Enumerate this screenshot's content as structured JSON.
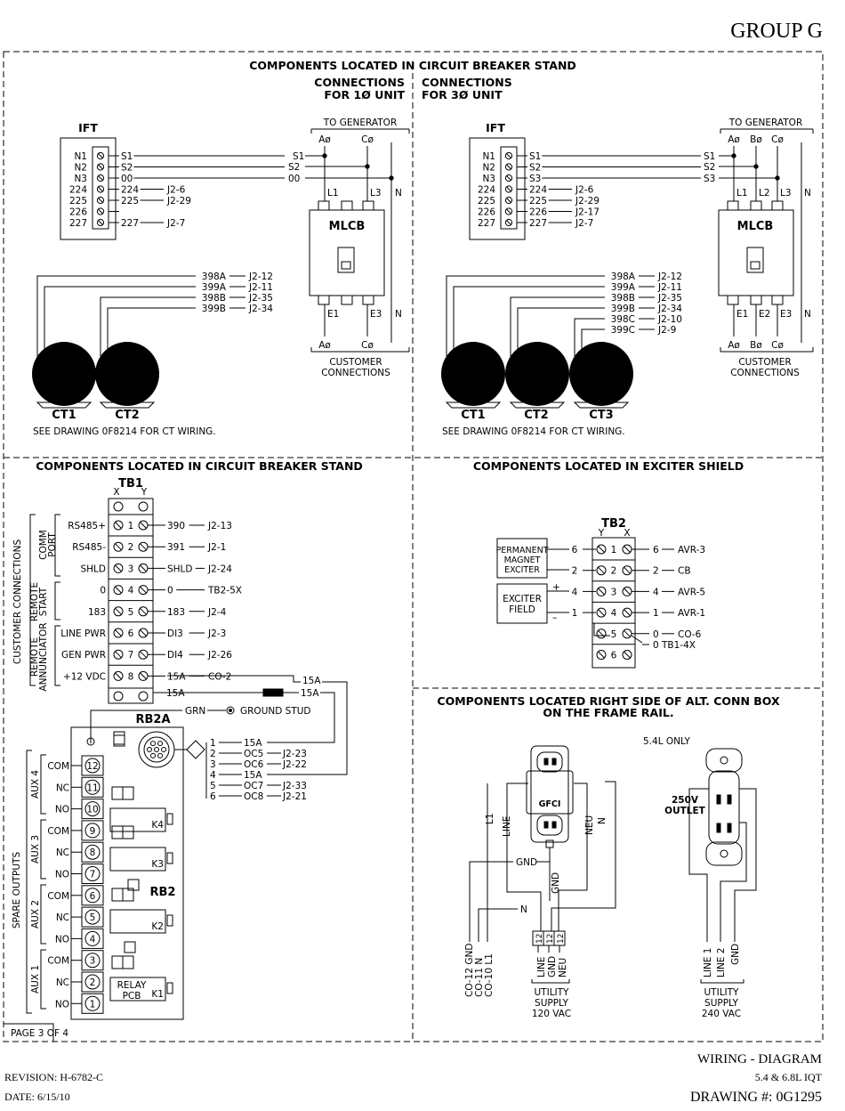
{
  "header": {
    "group": "GROUP G"
  },
  "footer": {
    "revision": "REVISION: H-6782-C",
    "date": "DATE: 6/15/10",
    "title": "WIRING - DIAGRAM",
    "model": "5.4 & 6.8L IQT",
    "drawing": "DRAWING #: 0G1295",
    "page": "PAGE 3 OF 4"
  },
  "top": {
    "heading": "COMPONENTS LOCATED IN CIRCUIT BREAKER STAND",
    "conn1_a": "CONNECTIONS",
    "conn1_b": "FOR 1Ø UNIT",
    "conn3_a": "CONNECTIONS",
    "conn3_b": "FOR 3Ø UNIT",
    "ift": "IFT",
    "to_gen": "TO GENERATOR",
    "mlcb": "MLCB",
    "cust_a": "CUSTOMER",
    "cust_b": "CONNECTIONS",
    "ct_note": "SEE DRAWING 0F8214 FOR CT WIRING.",
    "ct1": "CT1",
    "ct2": "CT2",
    "ct3": "CT3",
    "left": {
      "ift_terms": [
        "N1",
        "N2",
        "N3",
        "224",
        "225",
        "226",
        "227"
      ],
      "ift_wires": [
        "S1",
        "S2",
        "00",
        "224",
        "225",
        "",
        "227"
      ],
      "ift_dest": [
        "",
        "",
        "",
        "J2-6",
        "J2-29",
        "",
        "J2-7"
      ],
      "bus_labels": [
        "S1",
        "S2",
        "00"
      ],
      "phases_top": [
        "Aø",
        "Cø"
      ],
      "poles_top": [
        "L1",
        "L3",
        "N"
      ],
      "poles_bot": [
        "E1",
        "E3",
        "N"
      ],
      "phases_bot": [
        "Aø",
        "Cø"
      ],
      "ct_wires": [
        "398A",
        "399A",
        "398B",
        "399B"
      ],
      "ct_dest": [
        "J2-12",
        "J2-11",
        "J2-35",
        "J2-34"
      ]
    },
    "right": {
      "ift_terms": [
        "N1",
        "N2",
        "N3",
        "224",
        "225",
        "226",
        "227"
      ],
      "ift_wires": [
        "S1",
        "S2",
        "S3",
        "224",
        "225",
        "226",
        "227"
      ],
      "ift_dest": [
        "",
        "",
        "",
        "J2-6",
        "J2-29",
        "J2-17",
        "J2-7"
      ],
      "bus_labels": [
        "S1",
        "S2",
        "S3"
      ],
      "phases_top": [
        "Aø",
        "Bø",
        "Cø"
      ],
      "poles_top": [
        "L1",
        "L2",
        "L3",
        "N"
      ],
      "poles_bot": [
        "E1",
        "E2",
        "E3",
        "N"
      ],
      "phases_bot": [
        "Aø",
        "Bø",
        "Cø"
      ],
      "ct_wires": [
        "398A",
        "399A",
        "398B",
        "399B",
        "398C",
        "399C"
      ],
      "ct_dest": [
        "J2-12",
        "J2-11",
        "J2-35",
        "J2-34",
        "J2-10",
        "J2-9"
      ]
    }
  },
  "bl": {
    "heading": "COMPONENTS LOCATED IN CIRCUIT BREAKER STAND",
    "tb1": "TB1",
    "x": "X",
    "y": "Y",
    "customer": "CUSTOMER CONNECTIONS",
    "comm_a": "COMM",
    "comm_b": "PORT",
    "rstart_a": "REMOTE",
    "rstart_b": "START",
    "rann_a": "REMOTE",
    "rann_b": "ANNUNCIATOR",
    "rows": [
      {
        "l": "RS485+",
        "n": "1",
        "w": "390",
        "d": "J2-13"
      },
      {
        "l": "RS485-",
        "n": "2",
        "w": "391",
        "d": "J2-1"
      },
      {
        "l": "SHLD",
        "n": "3",
        "w": "SHLD",
        "d": "J2-24"
      },
      {
        "l": "0",
        "n": "4",
        "w": "0",
        "d": "TB2-5X"
      },
      {
        "l": "183",
        "n": "5",
        "w": "183",
        "d": "J2-4"
      },
      {
        "l": "LINE PWR",
        "n": "6",
        "w": "DI3",
        "d": "J2-3"
      },
      {
        "l": "GEN PWR",
        "n": "7",
        "w": "DI4",
        "d": "J2-26"
      },
      {
        "l": "+12 VDC",
        "n": "8",
        "w": "15A",
        "d": "CO-2"
      }
    ],
    "w15a": "15A",
    "grn": "GRN",
    "ground_stud": "GROUND STUD",
    "rb2a": "RB2A",
    "rb2": "RB2",
    "rb2a_pins": [
      {
        "n": "1",
        "w": "15A",
        "d": ""
      },
      {
        "n": "2",
        "w": "OC5",
        "d": "J2-23"
      },
      {
        "n": "3",
        "w": "OC6",
        "d": "J2-22"
      },
      {
        "n": "4",
        "w": "15A",
        "d": ""
      },
      {
        "n": "5",
        "w": "OC7",
        "d": "J2-33"
      },
      {
        "n": "6",
        "w": "OC8",
        "d": "J2-21"
      }
    ],
    "spare": "SPARE OUTPUTS",
    "aux": [
      "AUX 4",
      "AUX 3",
      "AUX 2",
      "AUX 1"
    ],
    "contacts": [
      "COM",
      "NC",
      "NO"
    ],
    "relays": [
      "K4",
      "K3",
      "K2",
      "K1"
    ],
    "relay_pcb_a": "RELAY",
    "relay_pcb_b": "PCB"
  },
  "br": {
    "heading": "COMPONENTS LOCATED IN EXCITER SHIELD",
    "tb2": "TB2",
    "y": "Y",
    "x": "X",
    "pme_a": "PERMANENT",
    "pme_b": "MAGNET",
    "pme_c": "EXCITER",
    "ef_a": "EXCITER",
    "ef_b": "FIELD",
    "plus": "+",
    "minus": "–",
    "rows": [
      {
        "l": "6",
        "n": "1",
        "r": "6",
        "d": "AVR-3"
      },
      {
        "l": "2",
        "n": "2",
        "r": "2",
        "d": "CB"
      },
      {
        "l": "4",
        "n": "3",
        "r": "4",
        "d": "AVR-5"
      },
      {
        "l": "1",
        "n": "4",
        "r": "1",
        "d": "AVR-1"
      },
      {
        "l": "",
        "n": "5",
        "r": "0",
        "d": "CO-6"
      },
      {
        "l": "",
        "n": "6",
        "r": "",
        "d": ""
      }
    ],
    "extra_w": "0",
    "extra_d": "TB1-4X"
  },
  "rail": {
    "heading_a": "COMPONENTS LOCATED RIGHT SIDE OF ALT. CONN BOX",
    "heading_b": "ON THE FRAME RAIL.",
    "only": "5.4L ONLY",
    "gfci": "GFCI",
    "l1": "L1",
    "line": "LINE",
    "neu": "NEU",
    "n": "N",
    "gnd": "GND",
    "co": [
      "CO-12 GND",
      "CO-11 N",
      "CO-10 L1"
    ],
    "sup_120": [
      "LINE",
      "GND",
      "NEU"
    ],
    "num12": "12",
    "util_a": "UTILITY",
    "util_b": "SUPPLY",
    "v120": "120 VAC",
    "v240": "240 VAC",
    "outlet_a": "250V",
    "outlet_b": "OUTLET",
    "sup_240": [
      "LINE 1",
      "LINE 2",
      "GND"
    ]
  }
}
